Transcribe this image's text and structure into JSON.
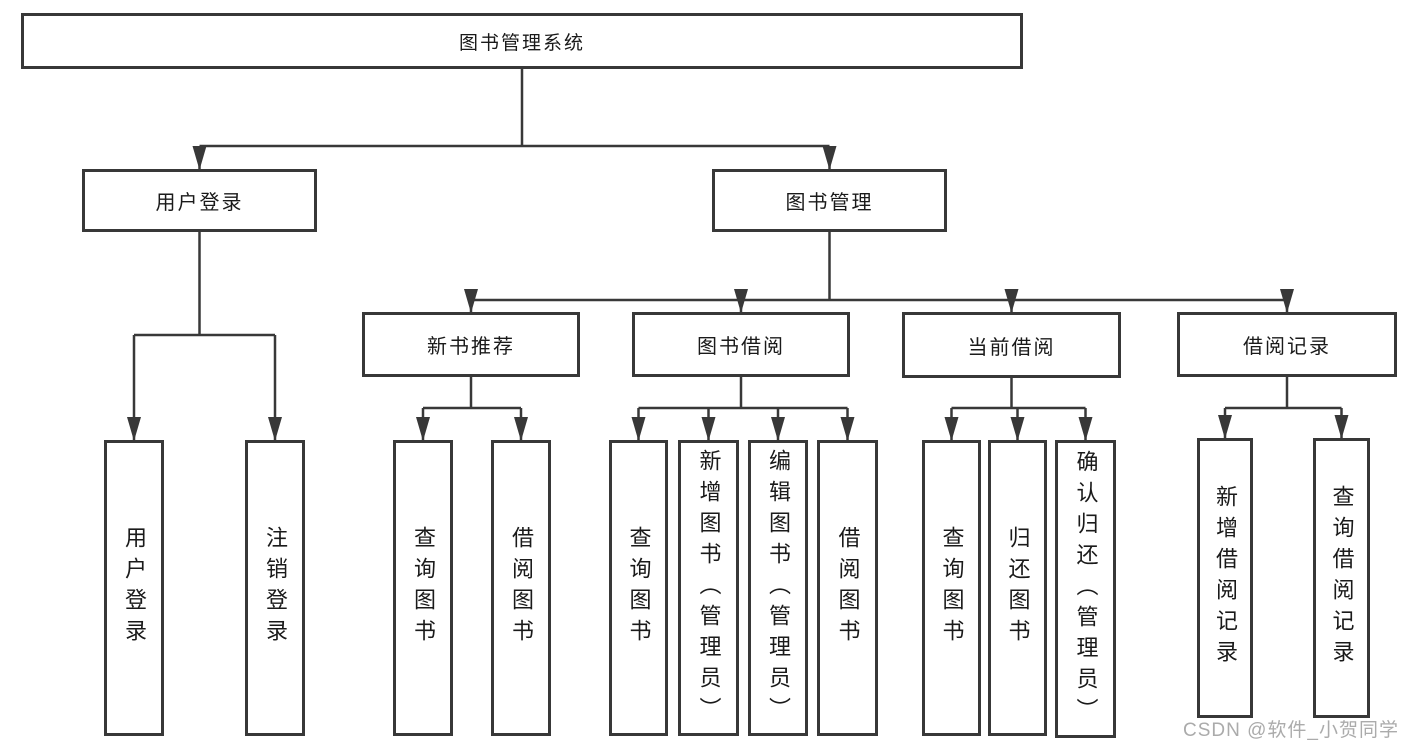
{
  "diagram": {
    "type": "hierarchy-tree",
    "title": "图书管理系统",
    "colors": {
      "line": "#383838",
      "box_border": "#383838",
      "box_background": "#ffffff",
      "text": "#1a1a1a",
      "watermark_text": "#ababab"
    },
    "nodes": [
      {
        "id": "root",
        "label": "图书管理系统",
        "parent": null,
        "orientation": "horizontal"
      },
      {
        "id": "user-login",
        "label": "用户登录",
        "parent": "root",
        "orientation": "horizontal"
      },
      {
        "id": "book-mgmt",
        "label": "图书管理",
        "parent": "root",
        "orientation": "horizontal"
      },
      {
        "id": "new-book-rec",
        "label": "新书推荐",
        "parent": "book-mgmt",
        "orientation": "horizontal"
      },
      {
        "id": "book-borrow",
        "label": "图书借阅",
        "parent": "book-mgmt",
        "orientation": "horizontal"
      },
      {
        "id": "current-borrow",
        "label": "当前借阅",
        "parent": "book-mgmt",
        "orientation": "horizontal"
      },
      {
        "id": "borrow-record",
        "label": "借阅记录",
        "parent": "book-mgmt",
        "orientation": "horizontal"
      },
      {
        "id": "leaf-user-login",
        "label": "用户登录",
        "parent": "user-login",
        "orientation": "vertical"
      },
      {
        "id": "leaf-logout",
        "label": "注销登录",
        "parent": "user-login",
        "orientation": "vertical"
      },
      {
        "id": "leaf-rec-query",
        "label": "查询图书",
        "parent": "new-book-rec",
        "orientation": "vertical"
      },
      {
        "id": "leaf-rec-borrow",
        "label": "借阅图书",
        "parent": "new-book-rec",
        "orientation": "vertical"
      },
      {
        "id": "leaf-bb-query",
        "label": "查询图书",
        "parent": "book-borrow",
        "orientation": "vertical"
      },
      {
        "id": "leaf-bb-add",
        "label": "新增图书（管理员）",
        "parent": "book-borrow",
        "orientation": "vertical"
      },
      {
        "id": "leaf-bb-edit",
        "label": "编辑图书（管理员）",
        "parent": "book-borrow",
        "orientation": "vertical"
      },
      {
        "id": "leaf-bb-borrow",
        "label": "借阅图书",
        "parent": "book-borrow",
        "orientation": "vertical"
      },
      {
        "id": "leaf-cb-query",
        "label": "查询图书",
        "parent": "current-borrow",
        "orientation": "vertical"
      },
      {
        "id": "leaf-cb-return",
        "label": "归还图书",
        "parent": "current-borrow",
        "orientation": "vertical"
      },
      {
        "id": "leaf-cb-confirm",
        "label": "确认归还（管理员）",
        "parent": "current-borrow",
        "orientation": "vertical"
      },
      {
        "id": "leaf-br-add",
        "label": "新增借阅记录",
        "parent": "borrow-record",
        "orientation": "vertical"
      },
      {
        "id": "leaf-br-query",
        "label": "查询借阅记录",
        "parent": "borrow-record",
        "orientation": "vertical"
      }
    ],
    "watermark": "CSDN @软件_小贺同学"
  }
}
